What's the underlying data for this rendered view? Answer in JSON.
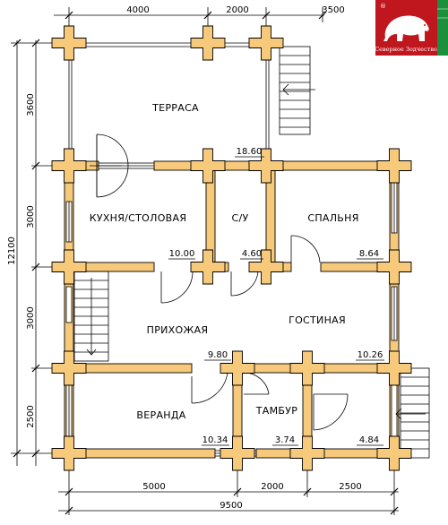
{
  "plan": {
    "dims_top": [
      "4000",
      "2000",
      "3500"
    ],
    "dims_bottom": [
      "5000",
      "2000",
      "2500"
    ],
    "dim_total_bottom": "9500",
    "dims_left": [
      "3600",
      "3000",
      "3000",
      "2500"
    ],
    "dim_total_left": "12100",
    "rooms": [
      {
        "name": "ТЕРРАСА",
        "area": "18.60"
      },
      {
        "name": "КУХНЯ/СТОЛОВАЯ",
        "area": "10.00"
      },
      {
        "name": "С/У",
        "area": "4.60"
      },
      {
        "name": "СПАЛЬНЯ",
        "area": "8.64"
      },
      {
        "name": "ПРИХОЖАЯ",
        "area": "9.80"
      },
      {
        "name": "ГОСТИНАЯ",
        "area": "10.26"
      },
      {
        "name": "ВЕРАНДА",
        "area": "10.34"
      },
      {
        "name": "ТАМБУР",
        "area": "3.74"
      },
      {
        "name": "",
        "area": "4.84"
      }
    ]
  },
  "logo": {
    "caption": "Северное Зодчество",
    "mark": "®",
    "colors": {
      "bg": "#c0161e",
      "accent": "#1a8f3c"
    }
  },
  "colors": {
    "log": "#f7c97a",
    "log_stroke": "#000000"
  }
}
